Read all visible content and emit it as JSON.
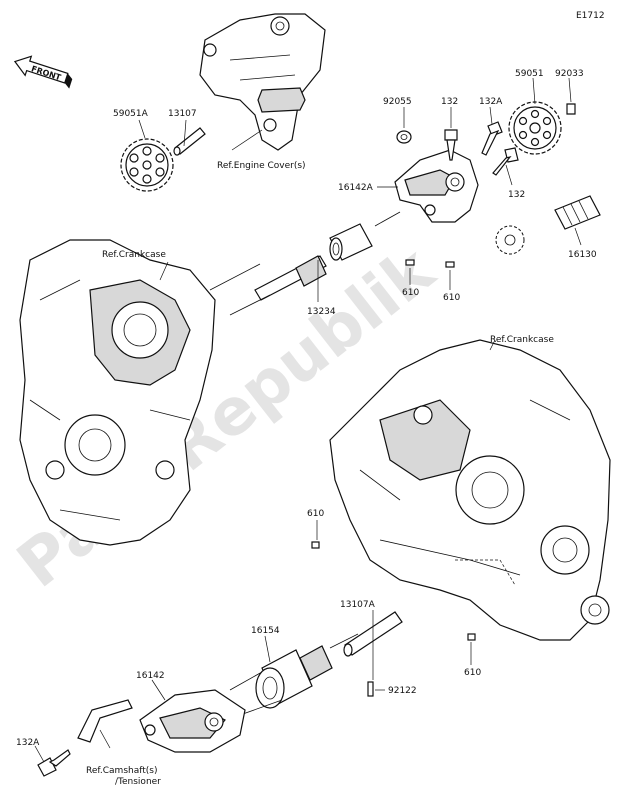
{
  "diagram_code": "E1712",
  "front_badge": "FRONT",
  "watermark": "PartsRepublik",
  "labels": {
    "p59051A": "59051A",
    "p13107": "13107",
    "p92055": "92055",
    "p132_a": "132",
    "p132A_top": "132A",
    "p59051": "59051",
    "p92033": "92033",
    "p16142A": "16142A",
    "p132_b": "132",
    "p16130": "16130",
    "p610_a": "610",
    "p610_b": "610",
    "p13234": "13234",
    "p610_c": "610",
    "p13107A": "13107A",
    "p16154": "16154",
    "p610_d": "610",
    "p16142": "16142",
    "p92122": "92122",
    "p132A_bottom": "132A"
  },
  "refs": {
    "engine_cover": "Ref.Engine Cover(s)",
    "crankcase_left": "Ref.Crankcase",
    "crankcase_right": "Ref.Crankcase",
    "camshaft_line1": "Ref.Camshaft(s)",
    "camshaft_line2": "/Tensioner"
  }
}
